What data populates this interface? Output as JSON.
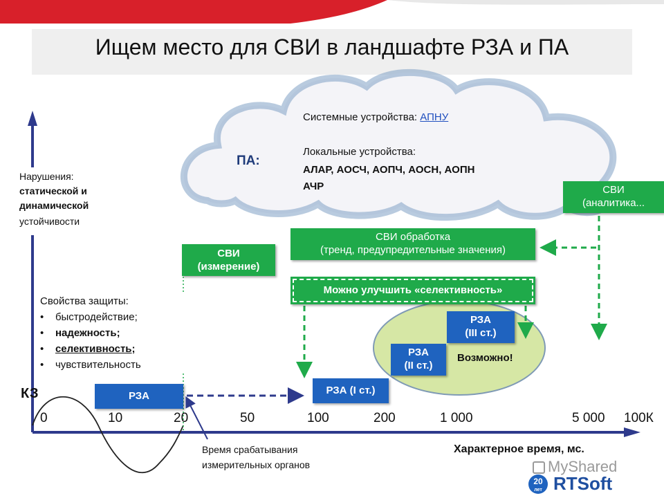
{
  "title": "Ищем место для СВИ в ландшафте РЗА и ПА",
  "cloud": {
    "pa_label": "ПА:",
    "system_prefix": "Системные устройства: ",
    "system_link": "АПНУ",
    "local_label": "Локальные устройства:",
    "local_line1": "АЛАР, АОСЧ, АОПЧ, АОСН, АОПН",
    "local_line2": "АЧР"
  },
  "violations": {
    "line1": "Нарушения:",
    "line2": "статической и",
    "line3": "динамической",
    "line4": "устойчивости"
  },
  "protection": {
    "heading": "Свойства защиты:",
    "bullet_char": "•",
    "items": [
      "быстродействие;",
      "надежность;",
      "селективность;",
      "чувствительность"
    ]
  },
  "boxes": {
    "svi_measure_1": "СВИ",
    "svi_measure_2": "(измерение)",
    "svi_processing_1": "СВИ обработка",
    "svi_processing_2": "(тренд, предупредительные значения)",
    "selectivity": "Можно улучшить «селективность»",
    "svi_analytics_1": "СВИ",
    "svi_analytics_2": "(аналитика...",
    "rza": "РЗА",
    "rza_1": "РЗА (I ст.)",
    "rza_2a": "РЗА",
    "rza_2b": "(II ст.)",
    "rza_3a": "РЗА",
    "rza_3b": "(III ст.)",
    "possible": "Возможно!"
  },
  "axis": {
    "kz": "КЗ",
    "ticks": [
      "0",
      "10",
      "20",
      "50",
      "100",
      "200",
      "1 000",
      "5 000",
      "100К"
    ],
    "x_label": "Характерное время, мс.",
    "response_1": "Время срабатывания",
    "response_2": "измерительных органов"
  },
  "watermark": {
    "myshared": "MyShared",
    "rtsoft": "RTSoft",
    "years": "20",
    "years_word": "лет"
  },
  "colors": {
    "green": "#1faa4a",
    "blue": "#1f63bf",
    "axis": "#2e3a8c",
    "red_band": "#d8202a",
    "ellipse": "#d6e7a5"
  }
}
